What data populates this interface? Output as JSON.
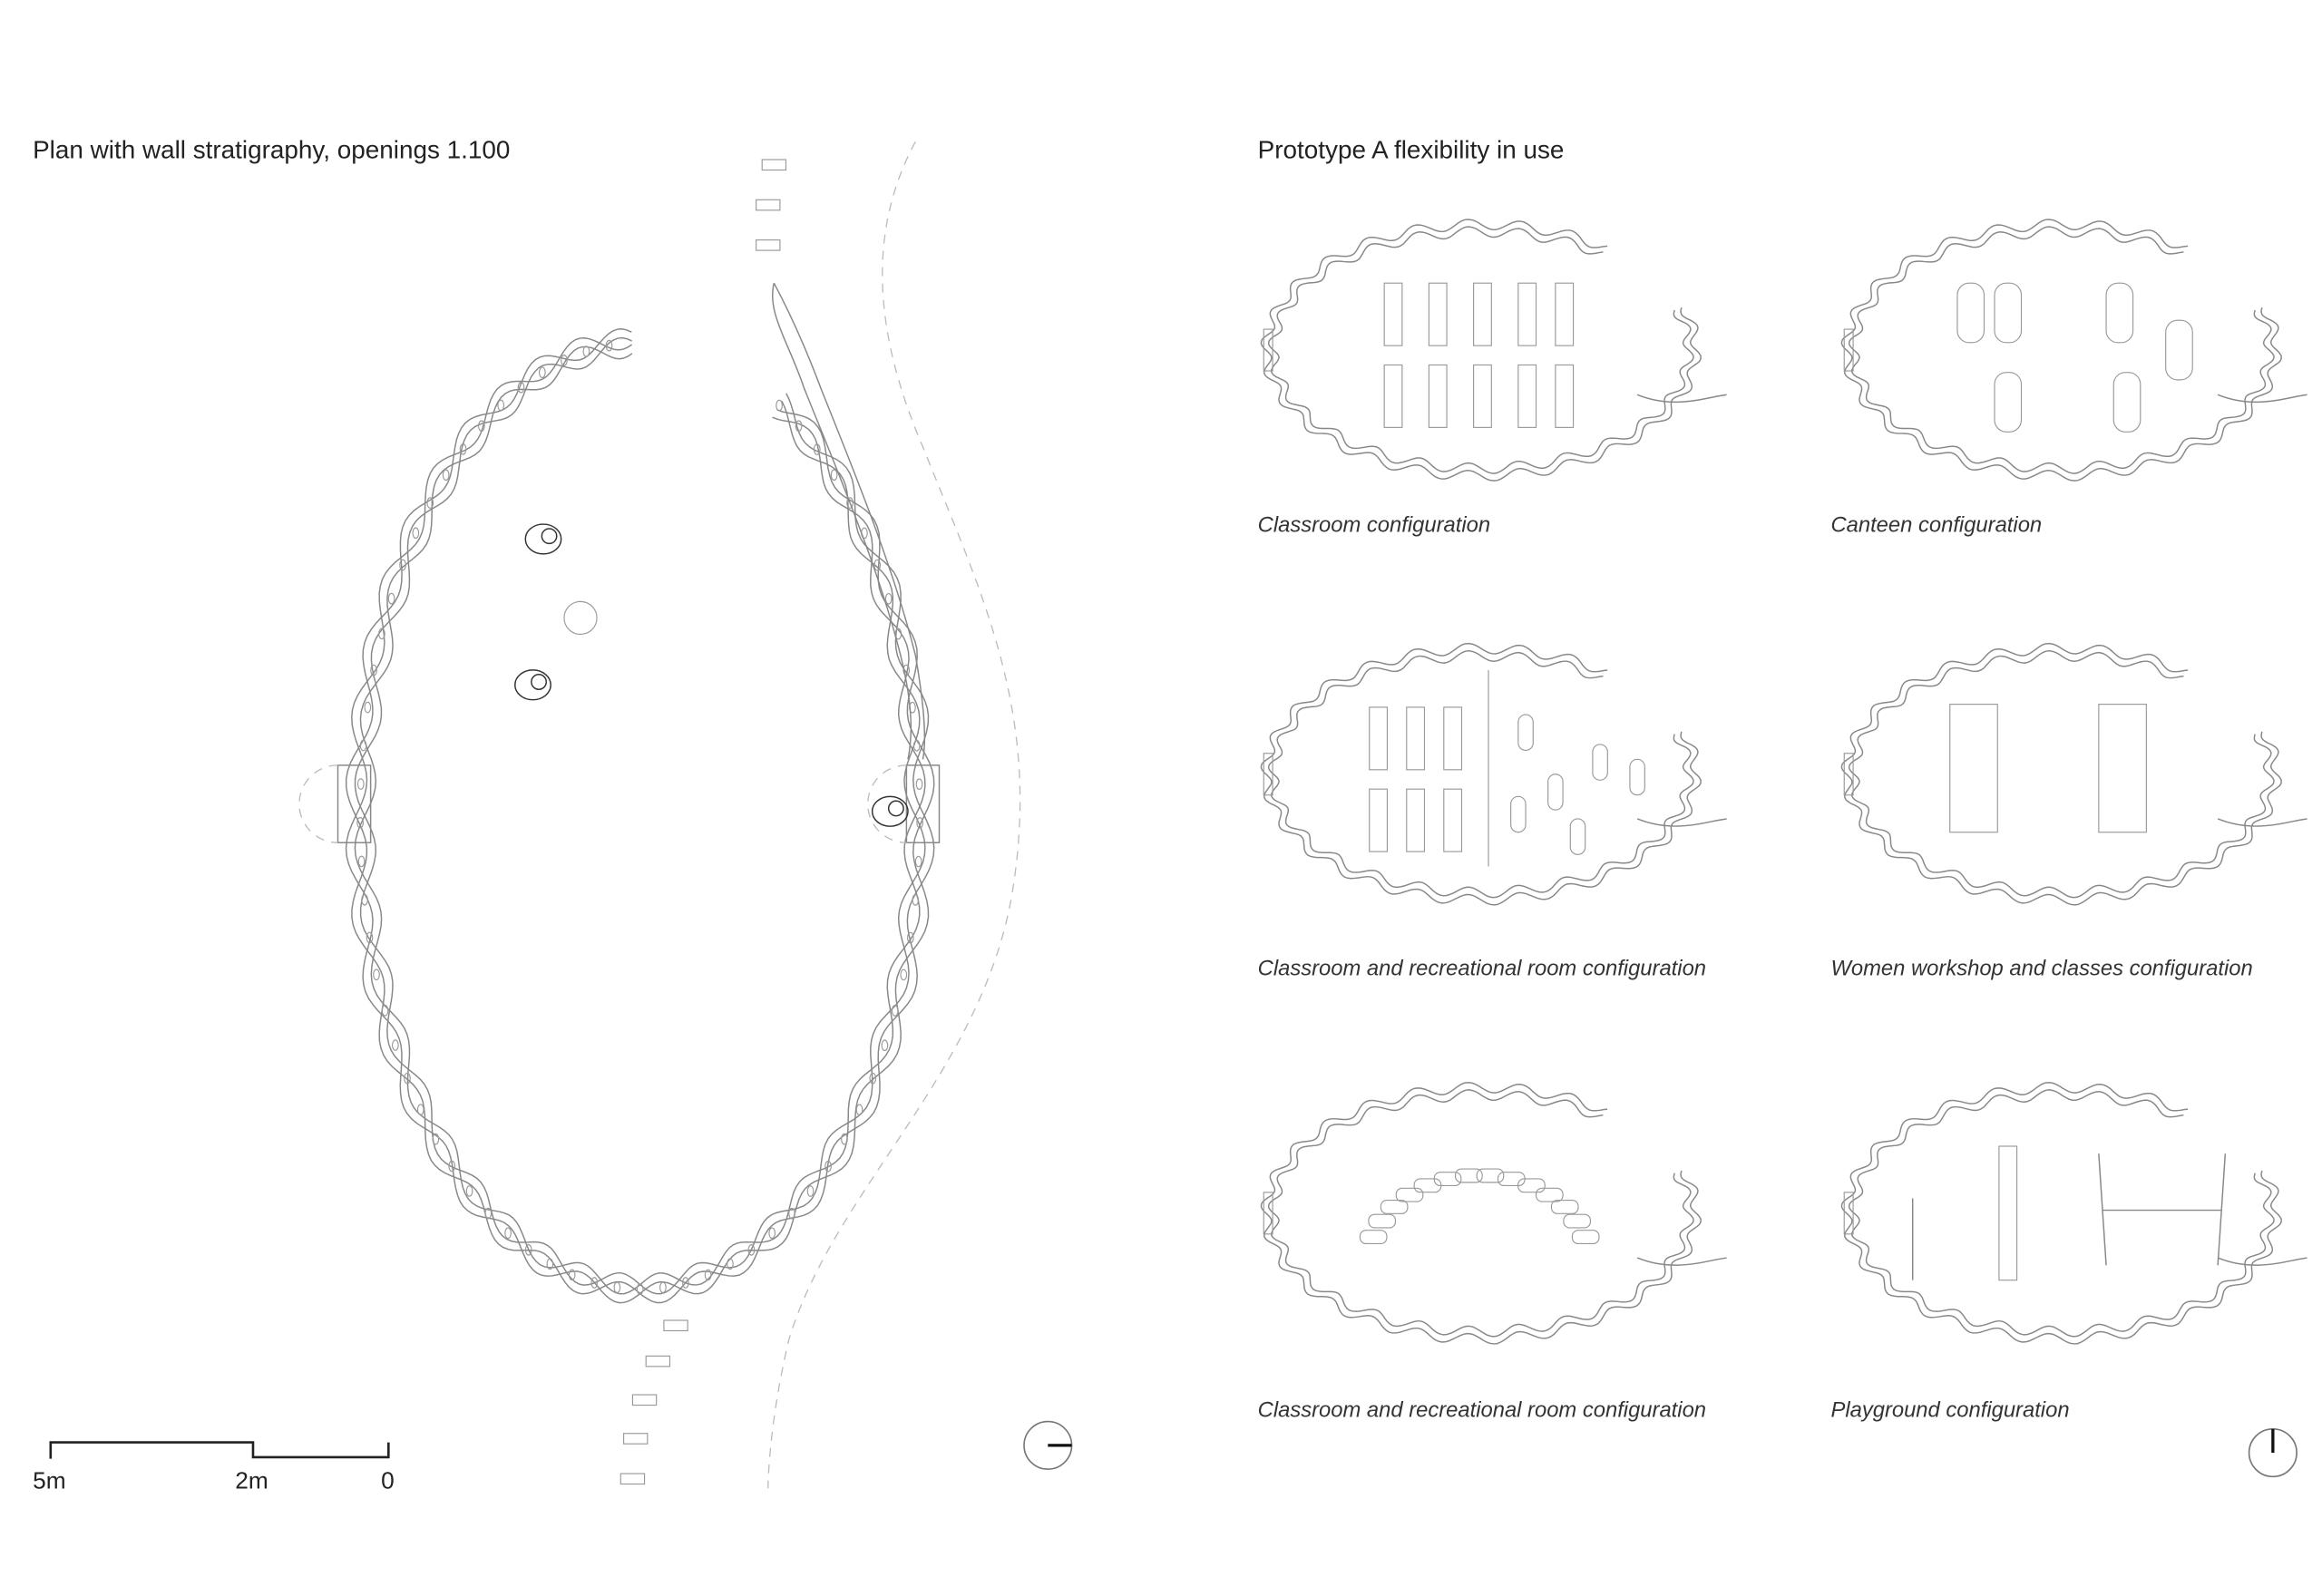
{
  "left_panel": {
    "title": "Plan with wall stratigraphy, openings 1.100",
    "scale_bar": {
      "labels": [
        "5m",
        "2m",
        "0"
      ]
    }
  },
  "right_panel": {
    "title": "Prototype A flexibility in use",
    "configurations": [
      {
        "caption": "Classroom configuration",
        "type": "classroom"
      },
      {
        "caption": "Canteen configuration",
        "type": "canteen"
      },
      {
        "caption": "Classroom and recreational room configuration",
        "type": "mixed"
      },
      {
        "caption": "Women workshop and classes configuration",
        "type": "workshop"
      },
      {
        "caption": "Classroom and recreational room configuration",
        "type": "recreational"
      },
      {
        "caption": "Playground configuration",
        "type": "playground"
      }
    ]
  },
  "colors": {
    "line": "#888888",
    "text": "#222222"
  }
}
